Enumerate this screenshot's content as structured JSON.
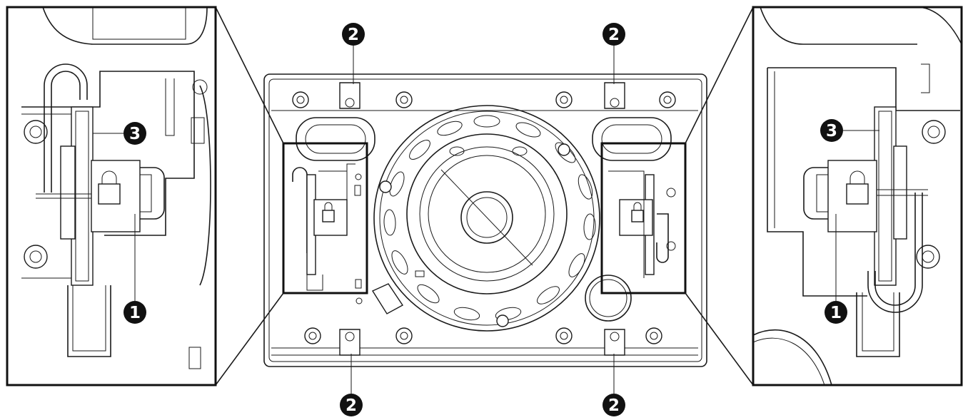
{
  "callouts": {
    "top_left": "2",
    "top_right": "2",
    "bottom_left": "2",
    "bottom_right": "2",
    "left_zoom_top": "3",
    "left_zoom_bottom": "1",
    "right_zoom_top": "3",
    "right_zoom_bottom": "1"
  },
  "colors": {
    "line": "#1a1a1a",
    "callout_fill": "#111111",
    "callout_text": "#ffffff",
    "background": "#ffffff"
  }
}
